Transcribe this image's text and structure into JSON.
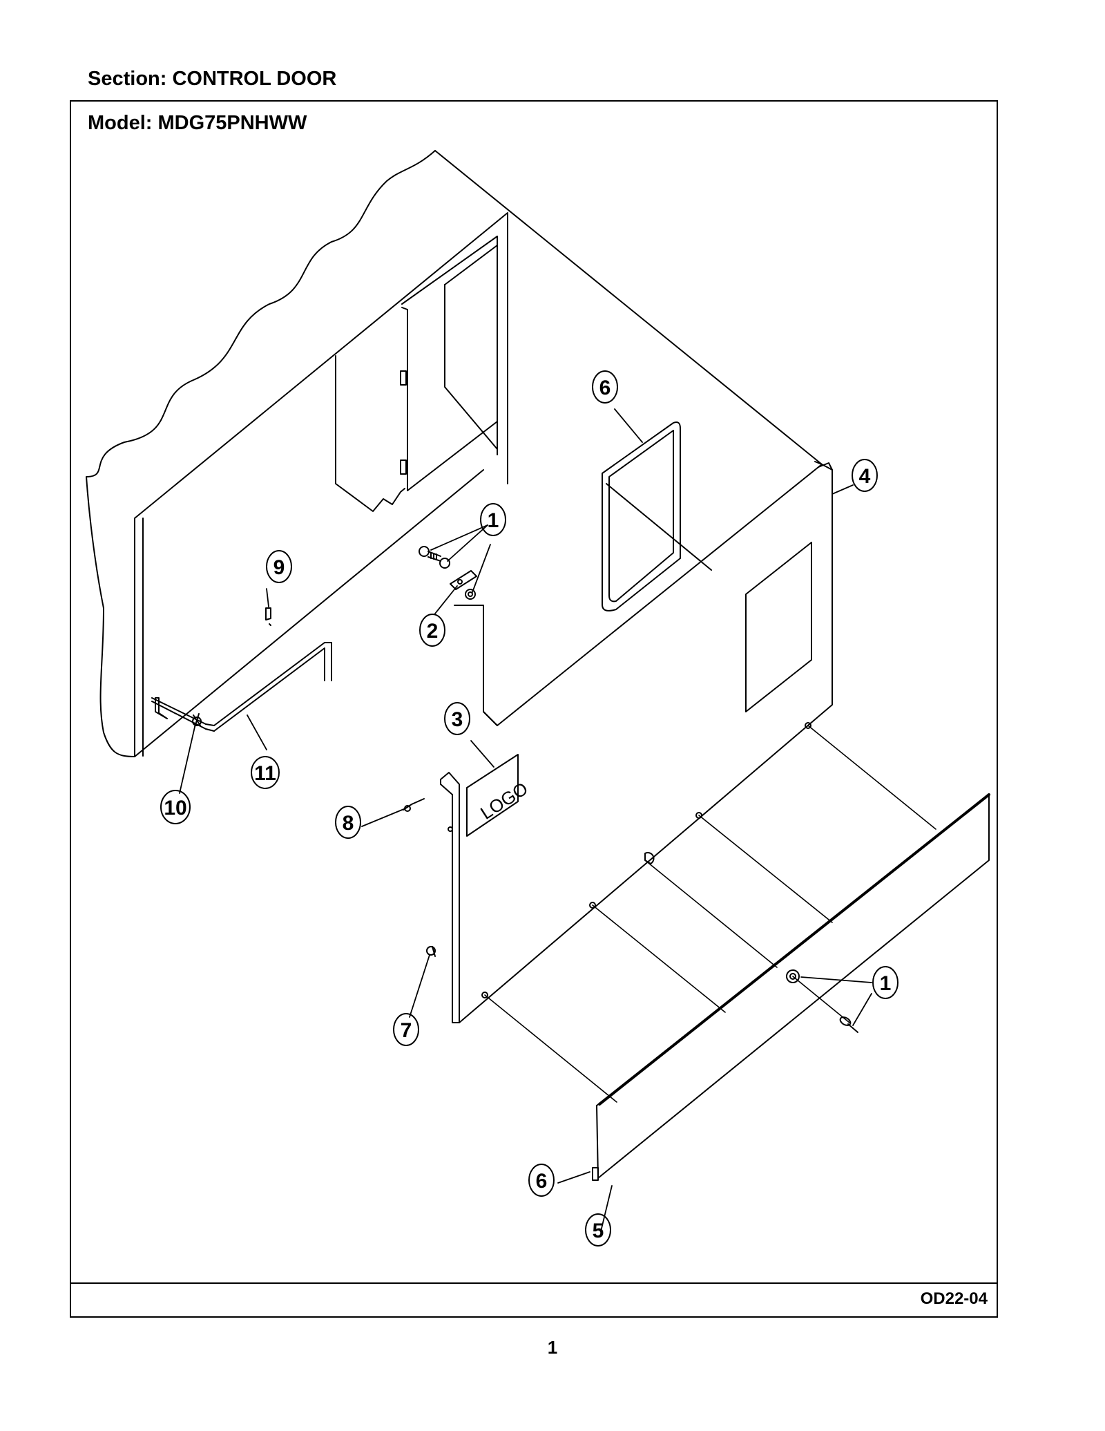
{
  "header": {
    "section_label": "Section:  CONTROL DOOR",
    "model_label": "Model:  MDG75PNHWW"
  },
  "footer": {
    "drawing_id": "OD22-04",
    "page_number": "1"
  },
  "diagram": {
    "logo_text": "LOGO",
    "callouts": [
      {
        "id": "callout-6-top",
        "label": "6"
      },
      {
        "id": "callout-4",
        "label": "4"
      },
      {
        "id": "callout-1-top",
        "label": "1"
      },
      {
        "id": "callout-9",
        "label": "9"
      },
      {
        "id": "callout-2",
        "label": "2"
      },
      {
        "id": "callout-3",
        "label": "3"
      },
      {
        "id": "callout-11",
        "label": "11"
      },
      {
        "id": "callout-10",
        "label": "10"
      },
      {
        "id": "callout-8",
        "label": "8"
      },
      {
        "id": "callout-1-bottom",
        "label": "1"
      },
      {
        "id": "callout-7",
        "label": "7"
      },
      {
        "id": "callout-6-bottom",
        "label": "6"
      },
      {
        "id": "callout-5",
        "label": "5"
      }
    ]
  }
}
